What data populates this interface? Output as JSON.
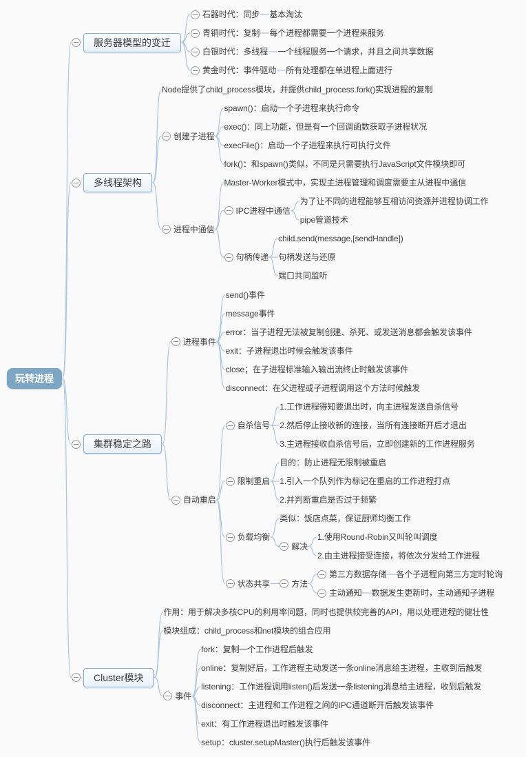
{
  "palette": {
    "background": "#fafafa",
    "connector_line": "#a9c7e2",
    "root_fill": "#7ca6c4",
    "root_text": "#ffffff",
    "topic_border": "#84afd2",
    "topic_fill": "#eef4fa",
    "text": "#3f3f3f",
    "collapse_icon_border": "#9b9b9b"
  },
  "icons": {
    "collapse": "minus-circle"
  },
  "tree": {
    "label": "玩转进程",
    "children": [
      {
        "label": "服务器模型的变迁",
        "children": [
          {
            "label": "石器时代：同步",
            "children": [
              {
                "label": "基本淘汰"
              }
            ]
          },
          {
            "label": "青铜时代：复制",
            "children": [
              {
                "label": "每个进程都需要一个进程来服务"
              }
            ]
          },
          {
            "label": "白银时代：多线程",
            "children": [
              {
                "label": "一个线程服务一个请求，并且之间共享数据"
              }
            ]
          },
          {
            "label": "黄金时代：事件驱动",
            "children": [
              {
                "label": "所有处理都在单进程上面进行"
              }
            ]
          }
        ]
      },
      {
        "label": "多线程架构",
        "children": [
          {
            "label": "Node提供了child_process模块，并提供child_process.fork()实现进程的复制"
          },
          {
            "label": "创建子进程",
            "children": [
              {
                "label": "spawn()：启动一个子进程来执行命令"
              },
              {
                "label": "exec()：同上功能，但是有一个回调函数获取子进程状况"
              },
              {
                "label": "execFile()：启动一个子进程来执行可执行文件"
              },
              {
                "label": "fork()：和spawn()类似，不同是只需要执行JavaScript文件模块即可"
              }
            ]
          },
          {
            "label": "进程中通信",
            "children": [
              {
                "label": "Master-Worker模式中，实现主进程管理和调度需要主从进程中通信"
              },
              {
                "label": "IPC进程中通信",
                "children": [
                  {
                    "label": "为了让不同的进程能够互相访问资源并进程协调工作"
                  },
                  {
                    "label": "pipe管道技术"
                  }
                ]
              },
              {
                "label": "句柄传递",
                "children": [
                  {
                    "label": "child.send(message,[sendHandle])"
                  },
                  {
                    "label": "句柄发送与还原"
                  },
                  {
                    "label": "端口共同监听"
                  }
                ]
              }
            ]
          }
        ]
      },
      {
        "label": "集群稳定之路",
        "children": [
          {
            "label": "进程事件",
            "children": [
              {
                "label": "send()事件"
              },
              {
                "label": "message事件"
              },
              {
                "label": "error：当子进程无法被复制创建、杀死、或发送消息都会触发该事件"
              },
              {
                "label": "exit：子进程退出时候会触发该事件"
              },
              {
                "label": "close；在子进程标准输入输出流终止时触发该事件"
              },
              {
                "label": "disconnect：在父进程或子进程调用这个方法时候触发"
              }
            ]
          },
          {
            "label": "自动重启",
            "children": [
              {
                "label": "自杀信号",
                "children": [
                  {
                    "label": "1.工作进程得知要退出时，向主进程发送自杀信号"
                  },
                  {
                    "label": "2.然后停止接收新的连接，当所有连接断开后才退出"
                  },
                  {
                    "label": "3.主进程接收自杀信号后，立即创建新的工作进程服务"
                  }
                ]
              },
              {
                "label": "限制重启",
                "children": [
                  {
                    "label": "目的：防止进程无限制被重启"
                  },
                  {
                    "label": "1.引入一个队列作为标记在重启的工作进程打点"
                  },
                  {
                    "label": "2.并判断重启是否过于频繁"
                  }
                ]
              },
              {
                "label": "负载均衡",
                "children": [
                  {
                    "label": "类似：饭店点菜，保证厨师均衡工作"
                  },
                  {
                    "label": "解决",
                    "children": [
                      {
                        "label": "1.使用Round-Robin又叫轮叫调度"
                      },
                      {
                        "label": "2.由主进程接受连接，将依次分发给工作进程"
                      }
                    ]
                  }
                ]
              },
              {
                "label": "状态共享",
                "children": [
                  {
                    "label": "方法",
                    "children": [
                      {
                        "label": "第三方数据存储",
                        "children": [
                          {
                            "label": "各个子进程向第三方定时轮询"
                          }
                        ]
                      },
                      {
                        "label": "主动通知",
                        "children": [
                          {
                            "label": "数据发生更新时，主动通知子进程"
                          }
                        ]
                      }
                    ]
                  }
                ]
              }
            ]
          }
        ]
      },
      {
        "label": "Cluster模块",
        "children": [
          {
            "label": "作用：用于解决多核CPU的利用率问题，同时也提供较完善的API，用以处理进程的健壮性"
          },
          {
            "label": "模块组成：child_process和net模块的组合应用"
          },
          {
            "label": "事件",
            "children": [
              {
                "label": "fork：复制一个工作进程后触发"
              },
              {
                "label": "online：复制好后，工作进程主动发送一条online消息给主进程，主收到后触发"
              },
              {
                "label": "listening：工作进程调用listen()后发送一条listening消息给主进程，收到后触发"
              },
              {
                "label": "disconnect：主进程和工作进程之间的IPC通道断开后触发该事件"
              },
              {
                "label": "exit：有工作进程退出时触发该事件"
              },
              {
                "label": "setup：cluster.setupMaster()执行后触发该事件"
              }
            ]
          }
        ]
      }
    ]
  }
}
